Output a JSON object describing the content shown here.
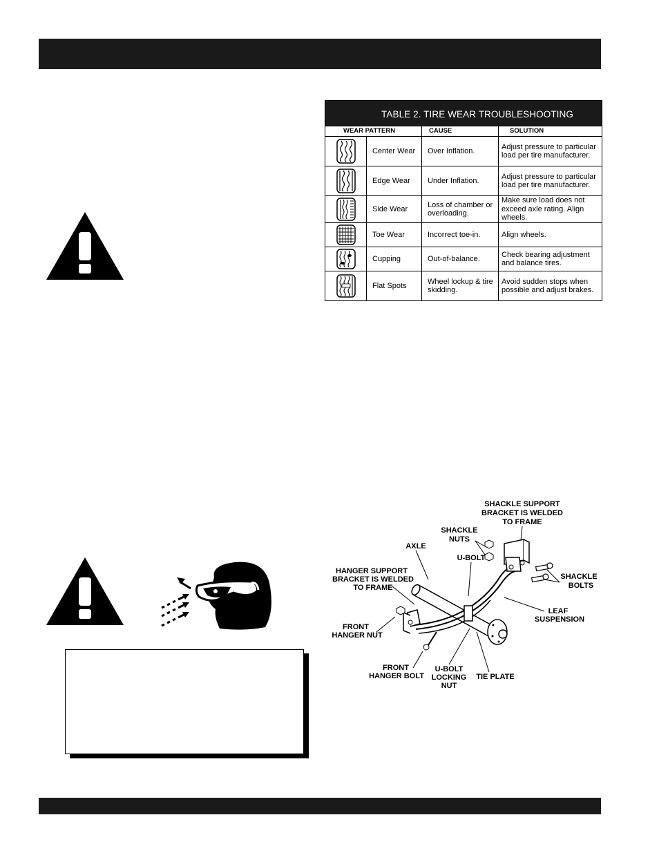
{
  "table": {
    "title": "TABLE  2.  TIRE WEAR TROUBLESHOOTING",
    "headers": [
      "WEAR PATTERN",
      "CAUSE",
      "SOLUTION"
    ],
    "rows": [
      {
        "pattern": "Center Wear",
        "cause": "Over Inflation.",
        "solution": "Adjust pressure to particular load per tire manufacturer."
      },
      {
        "pattern": "Edge Wear",
        "cause": "Under Inflation.",
        "solution": "Adjust pressure to particular load per tire manufacturer."
      },
      {
        "pattern": "Side Wear",
        "cause": "Loss of chamber or overloading.",
        "solution": "Make sure load does not exceed axle rating. Align wheels."
      },
      {
        "pattern": "Toe Wear",
        "cause": "Incorrect toe-in.",
        "solution": "Align wheels."
      },
      {
        "pattern": "Cupping",
        "cause": "Out-of-balance.",
        "solution": "Check bearing adjustment and balance tires."
      },
      {
        "pattern": "Flat Spots",
        "cause": "Wheel lockup & tire skidding.",
        "solution": "Avoid sudden stops when possible and adjust brakes."
      }
    ]
  },
  "diagram": {
    "labels": {
      "shackle_support_1": "SHACKLE SUPPORT",
      "shackle_support_2": "BRACKET IS WELDED",
      "shackle_support_3": "TO FRAME",
      "shackle_nuts_1": "SHACKLE",
      "shackle_nuts_2": "NUTS",
      "axle": "AXLE",
      "ubolt": "U-BOLT",
      "shackle_bolts_1": "SHACKLE",
      "shackle_bolts_2": "BOLTS",
      "hanger_support_1": "HANGER SUPPORT",
      "hanger_support_2": "BRACKET IS WELDED",
      "hanger_support_3": "TO FRAME",
      "leaf_1": "LEAF",
      "leaf_2": "SUSPENSION",
      "front_hanger_nut_1": "FRONT",
      "front_hanger_nut_2": "HANGER NUT",
      "front_hanger_bolt_1": "FRONT",
      "front_hanger_bolt_2": "HANGER BOLT",
      "ubolt_locking_1": "U-BOLT",
      "ubolt_locking_2": "LOCKING",
      "ubolt_locking_3": "NUT",
      "tie_plate": "TIE PLATE"
    }
  }
}
